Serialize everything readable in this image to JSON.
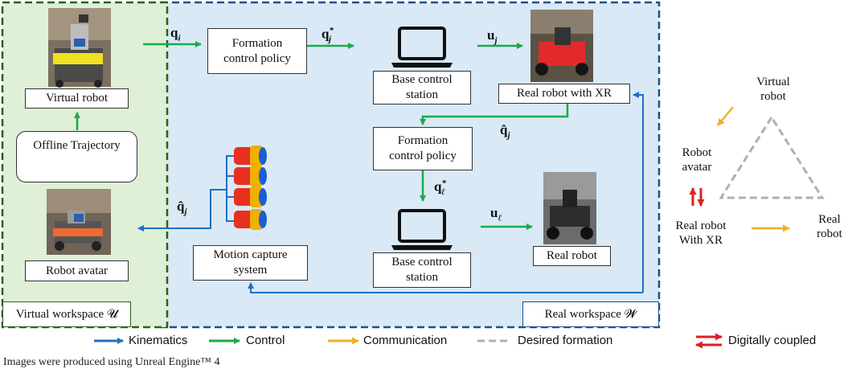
{
  "regions": {
    "virtual_workspace_label": "Virtual workspace 𝓤",
    "real_workspace_label": "Real workspace 𝓦"
  },
  "boxes": {
    "virtual_robot": "Virtual robot",
    "offline_trajectory": "Offline Trajectory",
    "robot_avatar": "Robot avatar",
    "formation_policy_top": "Formation\ncontrol policy",
    "base_station_top": "Base control\nstation",
    "real_robot_xr": "Real robot with XR",
    "formation_policy_mid": "Formation\ncontrol policy",
    "base_station_bottom": "Base control\nstation",
    "real_robot": "Real robot",
    "motion_capture": "Motion capture\nsystem"
  },
  "signals": {
    "q_i": {
      "base": "q",
      "sub": "i"
    },
    "q_j_star": {
      "base": "q",
      "sub": "j",
      "sup": "*"
    },
    "u_j": {
      "base": "u",
      "sub": "j"
    },
    "q_hat_j_right": {
      "base": "q̂",
      "sub": "j"
    },
    "q_l_star": {
      "base": "q",
      "sub": "ℓ",
      "sup": "*"
    },
    "u_l": {
      "base": "u",
      "sub": "ℓ"
    },
    "q_hat_j_left": {
      "base": "q̂",
      "sub": "j"
    }
  },
  "triangle": {
    "virtual_robot": "Virtual\nrobot",
    "robot_avatar": "Robot\navatar",
    "real_robot_xr": "Real robot\nWith XR",
    "real_robot": "Real\nrobot"
  },
  "legend": {
    "kinematics": "Kinematics",
    "control": "Control",
    "communication": "Communication",
    "desired_formation": "Desired formation",
    "digitally_coupled": "Digitally coupled"
  },
  "footnote": "Images were produced using Unreal Engine™ 4",
  "colors": {
    "kinematics": "#1f6fc4",
    "control": "#1aaa4a",
    "communication": "#f0b020",
    "desired_formation": "#b0b0b0",
    "digitally_coupled": "#e02020",
    "virtual_bg": "#dff0d6",
    "virtual_border": "#2e5e1e",
    "real_bg": "#d9e9f5",
    "real_border": "#1d4f8c"
  }
}
